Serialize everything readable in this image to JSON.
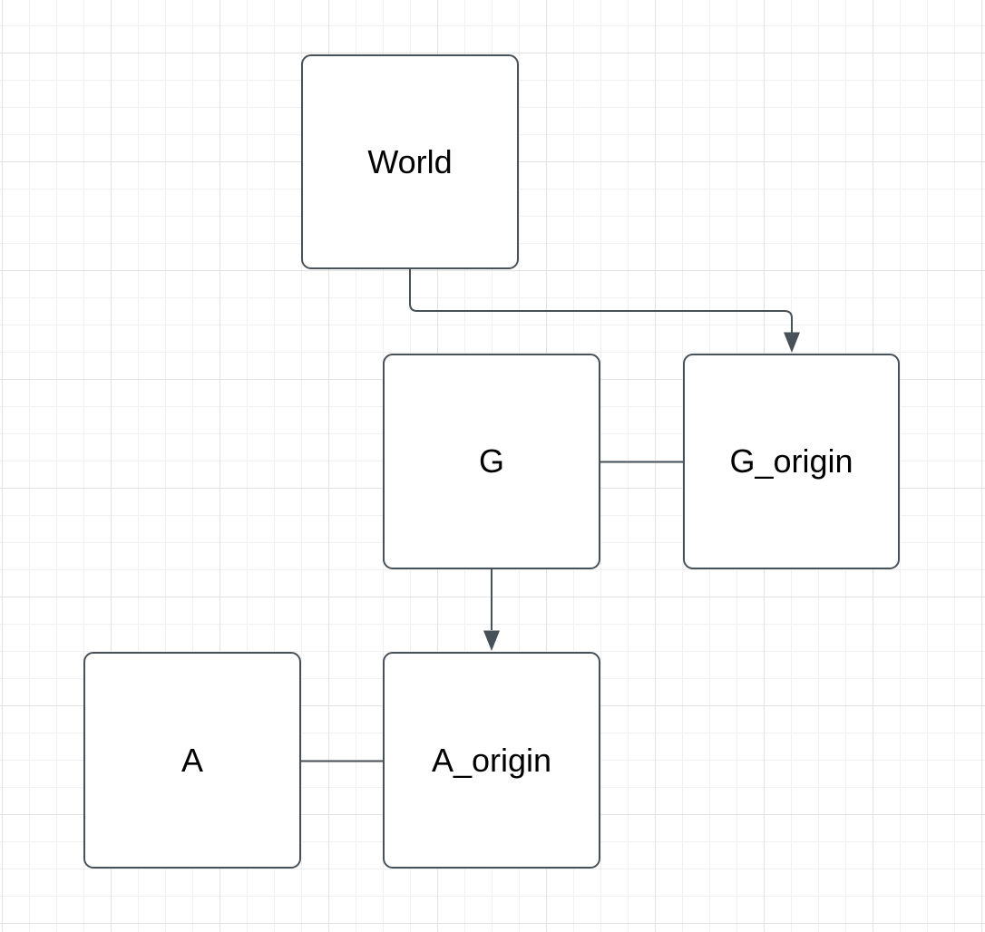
{
  "diagram": {
    "nodes": [
      {
        "id": "world",
        "label": "World"
      },
      {
        "id": "g",
        "label": "G"
      },
      {
        "id": "g_origin",
        "label": "G_origin"
      },
      {
        "id": "a",
        "label": "A"
      },
      {
        "id": "a_origin",
        "label": "A_origin"
      }
    ],
    "edges": [
      {
        "from": "World",
        "to": "G_origin",
        "type": "arrow"
      },
      {
        "from": "G",
        "to": "G_origin",
        "type": "line"
      },
      {
        "from": "G",
        "to": "A_origin",
        "type": "arrow"
      },
      {
        "from": "A",
        "to": "A_origin",
        "type": "line"
      }
    ],
    "colors": {
      "stroke": "#485058",
      "node_fill": "#ffffff",
      "label": "#000000",
      "background": "#ffffff",
      "grid_minor": "#f0f0f0",
      "grid_major": "#e2e2e2"
    }
  }
}
